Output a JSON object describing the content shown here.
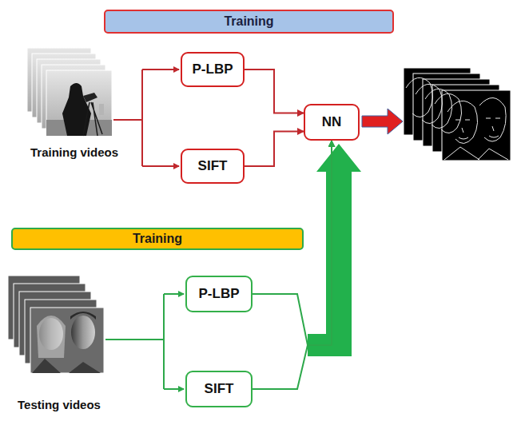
{
  "diagram": {
    "nodes": [
      {
        "text": [
          "Training"
        ]
      },
      {
        "text": [
          "P-LBP"
        ]
      },
      {
        "text": [
          "SIFT"
        ]
      },
      {
        "text": [
          "NN"
        ]
      },
      {
        "text": [
          "Training"
        ]
      },
      {
        "text": [
          "P-LBP"
        ]
      },
      {
        "text": [
          "SIFT"
        ]
      }
    ],
    "edges": [
      {
        "from": 1,
        "to": 3,
        "arrow": "to"
      },
      {
        "from": 2,
        "to": 3,
        "arrow": "to"
      },
      {
        "from": 5,
        "to": 3,
        "arrow": "to"
      },
      {
        "from": 6,
        "to": 3,
        "arrow": "to"
      }
    ],
    "labels": [
      "Training videos",
      "Testing videos"
    ]
  }
}
